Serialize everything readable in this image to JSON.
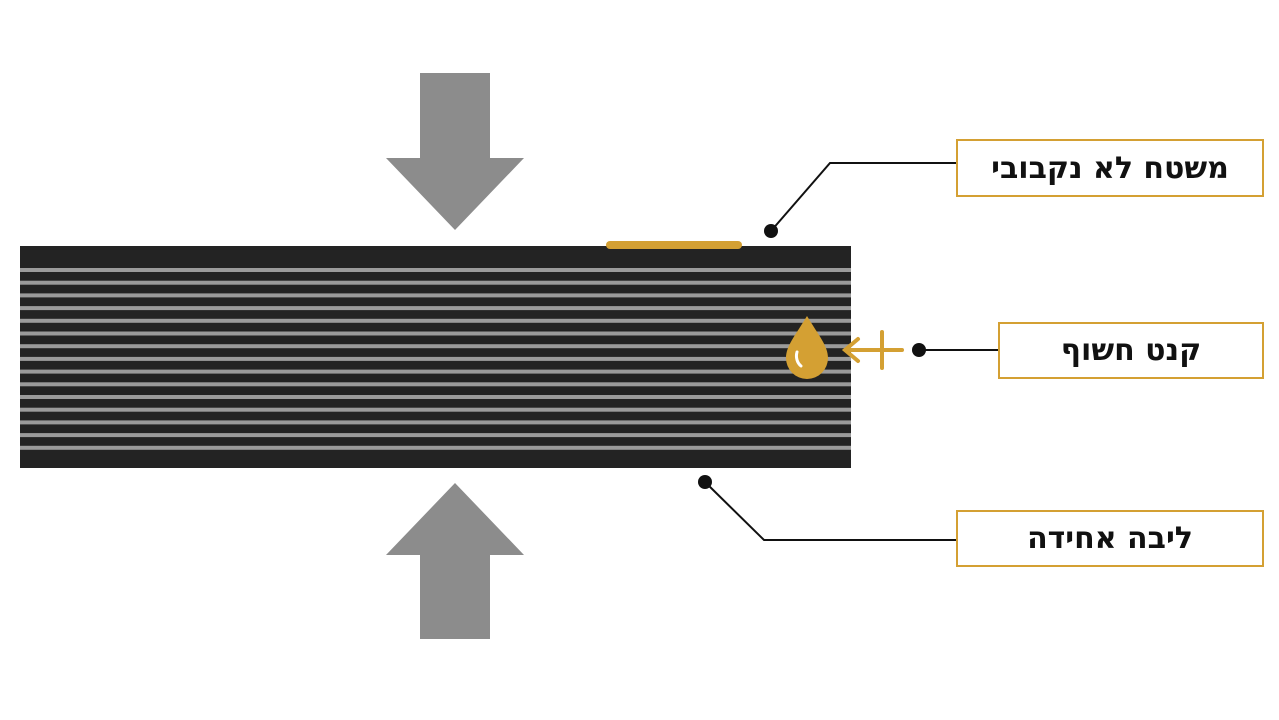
{
  "labels": {
    "surface": "משטח לא נקבובי",
    "edge": "קנט חשוף",
    "core": "ליבה אחידה"
  },
  "colors": {
    "board": "#232323",
    "stripe": "#9b9b9b",
    "accent": "#d4a033",
    "arrow": "#8c8c8c",
    "leader": "#111111"
  },
  "icons": {
    "top_arrow": "down-arrow-icon",
    "bottom_arrow": "up-arrow-icon",
    "drop": "water-drop-icon",
    "plus": "plus-icon"
  },
  "stripe_count": 15
}
